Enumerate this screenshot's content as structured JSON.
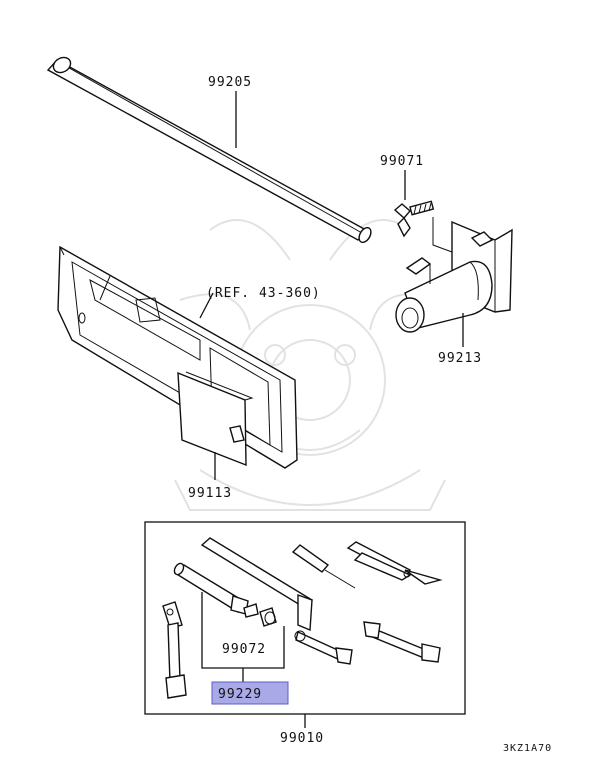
{
  "callouts": {
    "bar": "99205",
    "bolt": "99071",
    "ref": "(REF. 43-360)",
    "holder": "99213",
    "cover": "99113",
    "cap": "99072",
    "highlighted": "99229",
    "kit": "99010"
  },
  "diagram_code": "3KZ1A70",
  "colors": {
    "highlight_fill": "#a9a9e8",
    "highlight_stroke": "#5c5cc4",
    "line": "#111111",
    "watermark": "#e2e2e2"
  }
}
